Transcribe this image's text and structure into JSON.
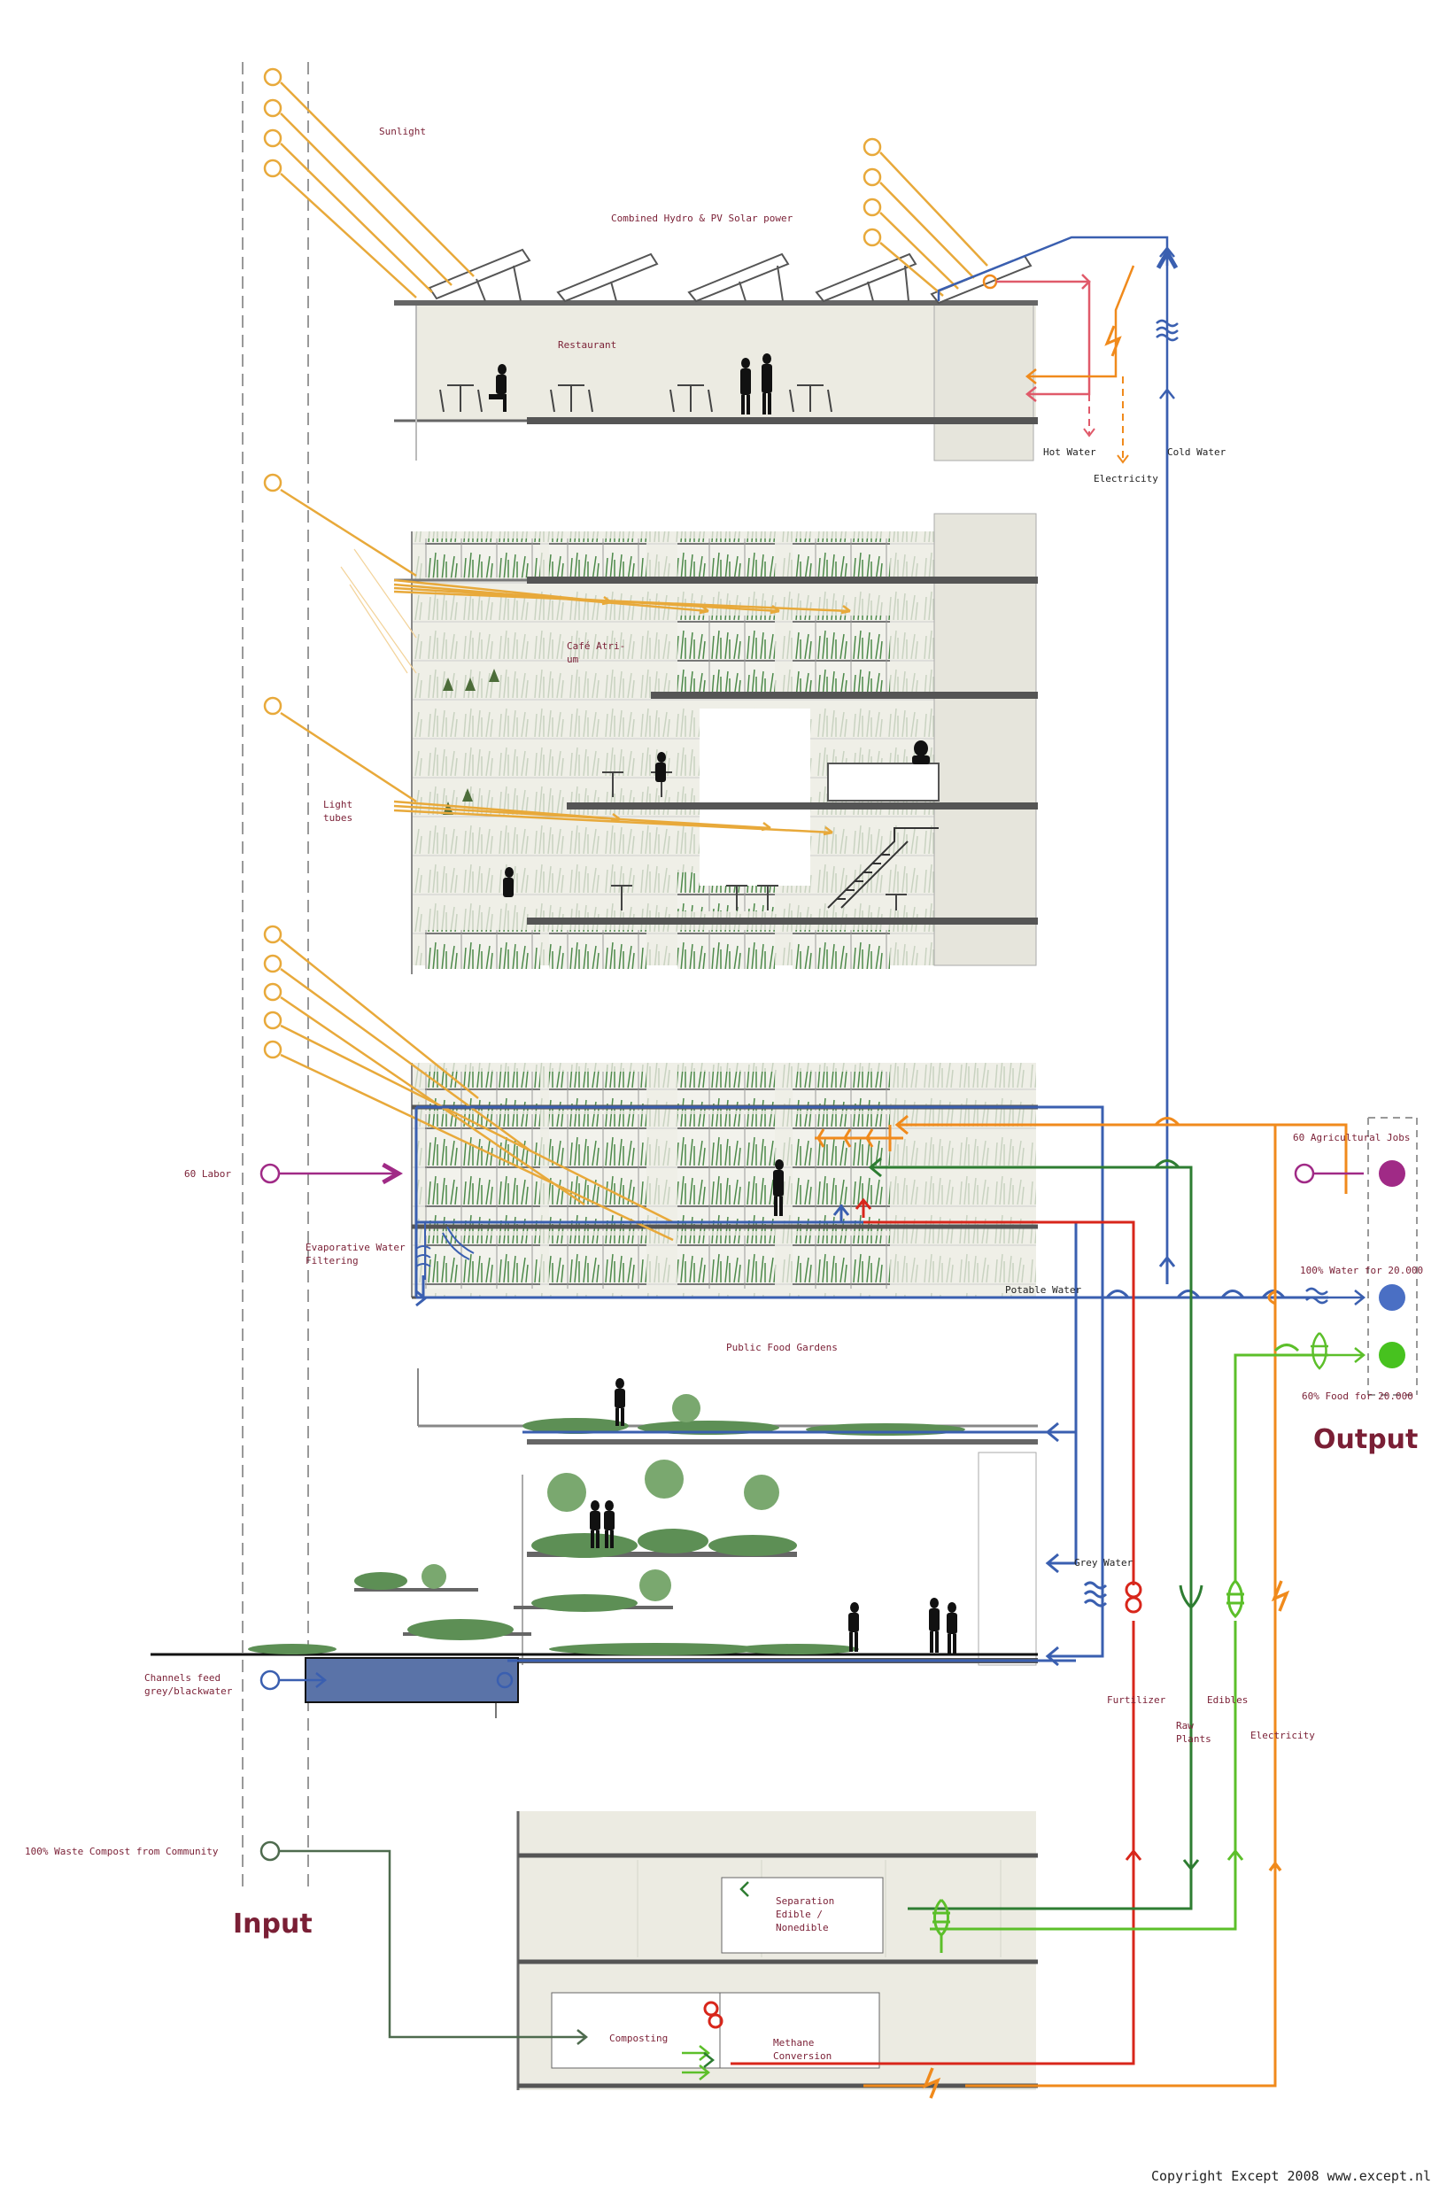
{
  "labels": {
    "sunlight": "Sunlight",
    "combined_power": "Combined Hydro & PV Solar power",
    "restaurant": "Restaurant",
    "hot_water": "Hot Water",
    "electricity_top": "Electricity",
    "cold_water": "Cold Water",
    "cafe_atrium_1": "Café Atri-",
    "cafe_atrium_2": "um",
    "light_tubes_1": "Light",
    "light_tubes_2": "tubes",
    "labor": "60 Labor",
    "evap_1": "Evaporative Water",
    "evap_2": "Filtering",
    "potable_water": "Potable Water",
    "public_food_gardens": "Public Food Gardens",
    "grey_water": "Grey Water",
    "channels_1": "Channels feed",
    "channels_2": "grey/blackwater",
    "furtilizer": "Furtilizer",
    "raw_1": "Raw",
    "raw_2": "Plants",
    "edibles": "Edibles",
    "electricity_bottom": "Electricity",
    "waste_compost": "100% Waste Compost from Community",
    "input": "Input",
    "output": "Output",
    "separation_1": "Separation",
    "separation_2": "Edible /",
    "separation_3": "Nonedible",
    "composting": "Composting",
    "methane_1": "Methane",
    "methane_2": "Conversion",
    "jobs": "60 Agricultural Jobs",
    "water_out": "100% Water for 20.000",
    "food_out": "60% Food for 20.000",
    "copyright": "Copyright Except 2008 www.except.nl"
  },
  "colors": {
    "sunlight": "#e8a93a",
    "water": "#3a5fb0",
    "hot": "#e05a6a",
    "orange": "#f08a1c",
    "labor": "#a02a86",
    "food": "#5cbf2a",
    "dark_green": "#2e7d32",
    "compost": "#4e6b4e",
    "red": "#d8261b",
    "output_water": "#4a6fc4",
    "output_food": "#47c21f",
    "output_jobs": "#a02a86"
  }
}
